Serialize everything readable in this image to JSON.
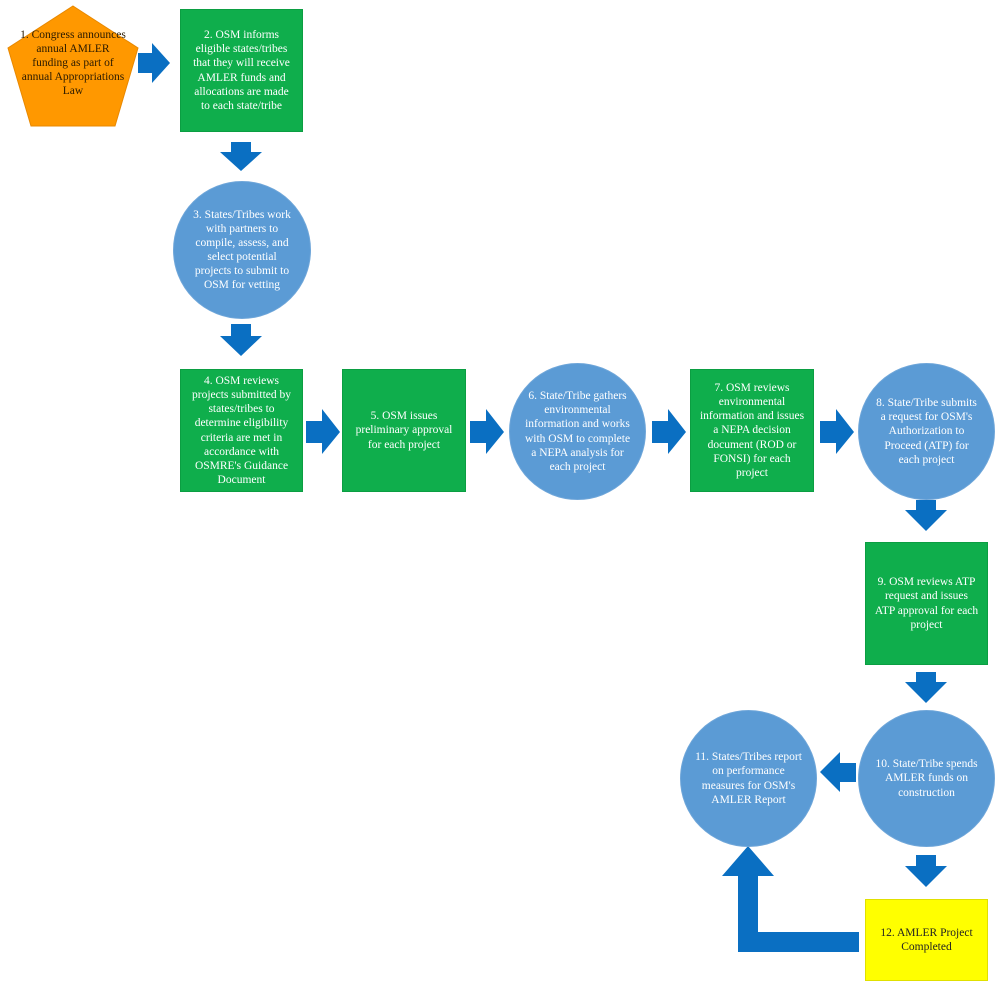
{
  "nodes": {
    "n1": "1. Congress announces annual AMLER funding as part of annual Appropriations Law",
    "n2": "2. OSM informs eligible states/tribes that they will receive AMLER funds and allocations are made to each state/tribe",
    "n3": "3. States/Tribes work with partners to compile, assess, and select potential projects to submit to OSM for vetting",
    "n4": "4. OSM reviews projects submitted by states/tribes to determine eligibility criteria are met in accordance with OSMRE's Guidance Document",
    "n5": "5. OSM issues preliminary approval for each project",
    "n6": "6. State/Tribe gathers environmental information and works with OSM to complete a NEPA analysis for each project",
    "n7": "7. OSM reviews environmental information and issues a NEPA decision document (ROD or FONSI) for each project",
    "n8": "8. State/Tribe submits a request for OSM's Authorization to Proceed (ATP) for each project",
    "n9": "9. OSM reviews ATP request and issues ATP approval for each project",
    "n10": "10. State/Tribe spends AMLER funds on construction",
    "n11": "11. States/Tribes report on performance measures for OSM's AMLER Report",
    "n12": "12. AMLER Project Completed"
  },
  "colors": {
    "green": "#0fae4c",
    "blue_circle": "#5b9bd5",
    "orange": "#ff9800",
    "yellow": "#ffff00",
    "arrow": "#0a6fc2"
  }
}
